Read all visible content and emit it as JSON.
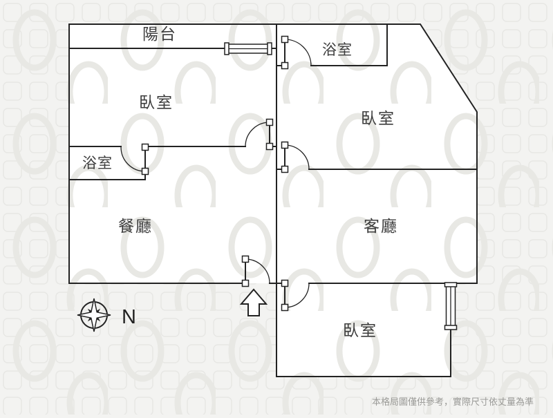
{
  "plan": {
    "title": "apartment-floor-plan",
    "rooms": {
      "balcony": {
        "label": "陽台"
      },
      "bedroom_left": {
        "label": "臥室"
      },
      "bathroom_top": {
        "label": "浴室"
      },
      "bedroom_right": {
        "label": "臥室"
      },
      "bathroom_left": {
        "label": "浴室"
      },
      "dining": {
        "label": "餐廳"
      },
      "living": {
        "label": "客廳"
      },
      "bedroom_bottom": {
        "label": "臥室"
      }
    },
    "compass": {
      "label": "N"
    },
    "entrance": {
      "symbol": "up-arrow"
    },
    "footer": {
      "disclaimer": "本格局圖僅供參考，實際尺寸依丈量為準"
    },
    "colors": {
      "wall": "#222222",
      "label": "#3c3c3c",
      "disclaimer": "#9a9a97",
      "background": "#f3f3f1",
      "plan_fill": "#ffffff",
      "watermark": "#e8e8e4"
    }
  }
}
